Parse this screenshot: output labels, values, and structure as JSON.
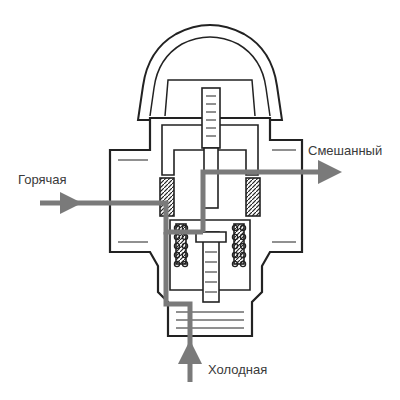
{
  "diagram": {
    "labels": [
      "Смешанный",
      "Горячая",
      "Холодная"
    ]
  }
}
